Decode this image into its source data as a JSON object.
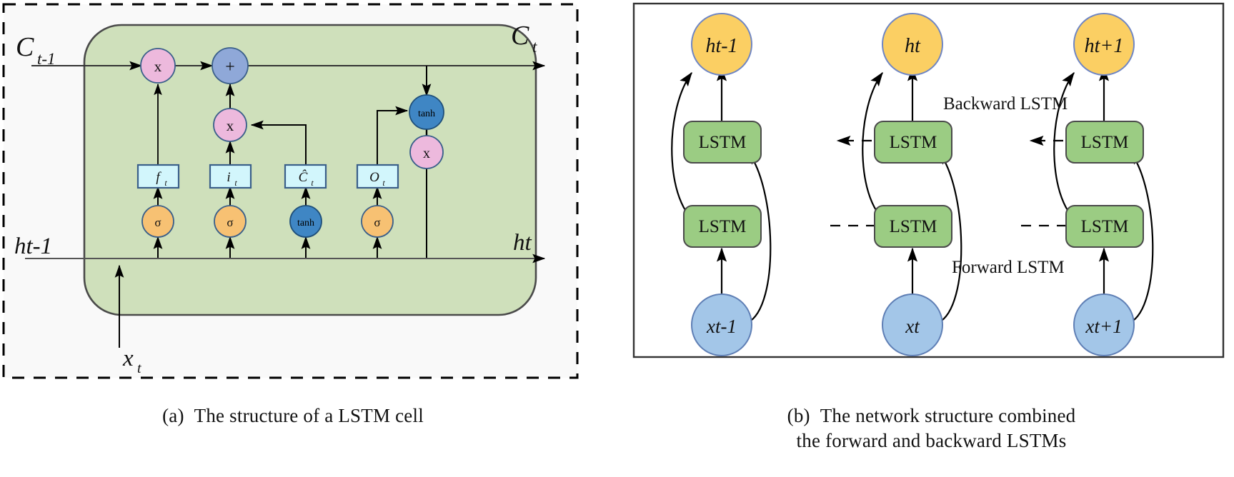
{
  "figure": {
    "panels": [
      {
        "id": "a",
        "caption_label": "(a)",
        "caption_text": "The structure of a LSTM cell",
        "caption_line2": ""
      },
      {
        "id": "b",
        "caption_label": "(b)",
        "caption_text": "The network structure combined",
        "caption_line2": "the forward and backward LSTMs"
      }
    ]
  },
  "lstm_cell": {
    "io_labels": {
      "cell_in": "C",
      "cell_in_sub": "t-1",
      "cell_out": "C",
      "cell_out_sub": "t",
      "hidden_in": "ht-1",
      "hidden_out": "ht",
      "input": "x",
      "input_sub": "t"
    },
    "gates": [
      {
        "name": "forget-gate",
        "label": "f",
        "sub": "t",
        "activation": "σ"
      },
      {
        "name": "input-gate",
        "label": "i",
        "sub": "t",
        "activation": "σ"
      },
      {
        "name": "candidate-gate",
        "label": "Ĉ",
        "sub": "t",
        "activation": "tanh"
      },
      {
        "name": "output-gate",
        "label": "O",
        "sub": "t",
        "activation": "σ"
      }
    ],
    "operators": [
      {
        "name": "forget-multiply",
        "symbol": "x",
        "kind": "multiply"
      },
      {
        "name": "cell-add",
        "symbol": "+",
        "kind": "add"
      },
      {
        "name": "input-multiply",
        "symbol": "x",
        "kind": "multiply"
      },
      {
        "name": "output-tanh",
        "symbol": "tanh",
        "kind": "tanh"
      },
      {
        "name": "output-multiply",
        "symbol": "x",
        "kind": "multiply"
      }
    ],
    "colors": {
      "cell_body": "#cfe0bb",
      "cell_body_border": "#4a4a4a",
      "multiply": "#edb9dd",
      "add": "#8fa8d8",
      "tanh": "#3f86c4",
      "sigma": "#f7c173",
      "gate_box": "#d2f6fc",
      "gate_box_border": "#3a5f8a",
      "outer_dashed": "#000000",
      "outer_fill": "#f9f9f9"
    }
  },
  "bilstm": {
    "outputs": [
      "ht-1",
      "ht",
      "ht+1"
    ],
    "inputs": [
      "xt-1",
      "xt",
      "xt+1"
    ],
    "cell_label": "LSTM",
    "backward_label": "Backward LSTM",
    "forward_label": "Forward LSTM",
    "layers": [
      {
        "name": "backward-layer",
        "cells": [
          "LSTM",
          "LSTM",
          "LSTM"
        ],
        "direction": "right-to-left"
      },
      {
        "name": "forward-layer",
        "cells": [
          "LSTM",
          "LSTM",
          "LSTM"
        ],
        "direction": "left-to-right"
      }
    ],
    "colors": {
      "output_node": "#fbcf63",
      "output_node_border": "#6f86c4",
      "input_node": "#a3c6e8",
      "input_node_border": "#5f7fb5",
      "lstm_box": "#9bcc83",
      "lstm_box_border": "#4a4a4a",
      "frame": "#333333"
    }
  },
  "chart_data": {
    "type": "diagram",
    "title": "LSTM cell structure and bidirectional LSTM network",
    "nodes": [
      "C_{t-1}",
      "C_t",
      "ht-1",
      "ht",
      "x_t",
      "f_t",
      "i_t",
      "C~_t",
      "O_t",
      "sigma",
      "sigma",
      "tanh",
      "sigma",
      "multiply",
      "add",
      "multiply",
      "tanh",
      "multiply",
      "LSTM",
      "xt-1",
      "xt",
      "xt+1",
      "ht+1"
    ]
  }
}
